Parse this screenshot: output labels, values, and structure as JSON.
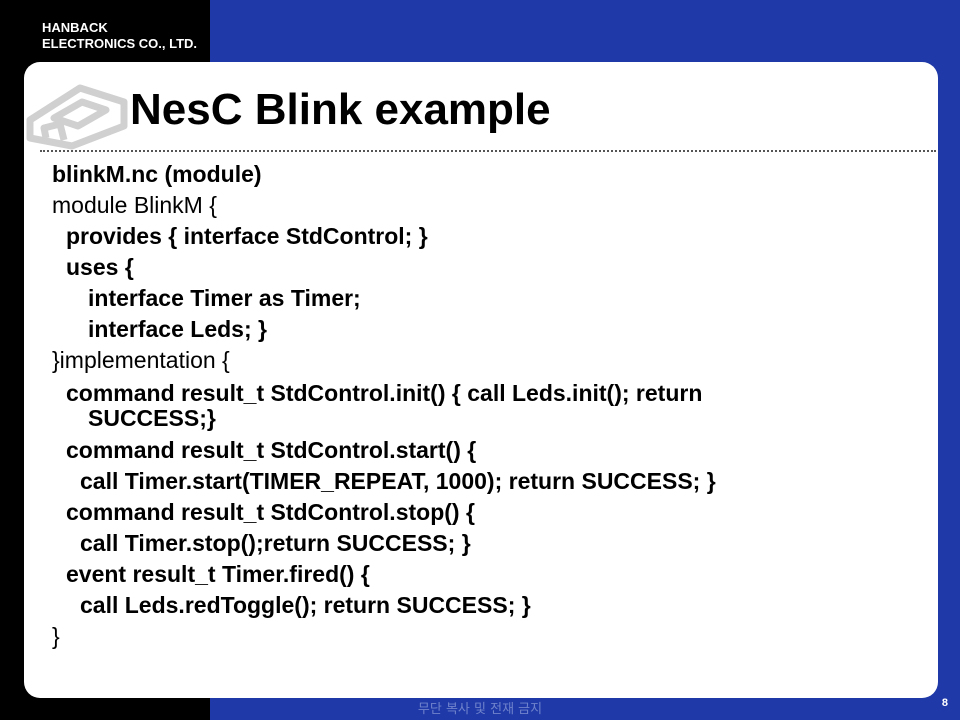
{
  "header": {
    "company_line1": "HANBACK",
    "company_line2": "ELECTRONICS CO., LTD."
  },
  "slide": {
    "title": "NesC Blink example",
    "lines": [
      "blinkM.nc (module)",
      "module BlinkM {",
      "provides { interface StdControl;  }",
      "uses {",
      "interface Timer as Timer;",
      "interface Leds;  }",
      "}implementation {",
      "command result_t StdControl.init() {    call Leds.init(); return",
      "SUCCESS;}",
      "command result_t StdControl.start() {",
      "call Timer.start(TIMER_REPEAT, 1000);    return SUCCESS;  }",
      "command result_t StdControl.stop() {",
      "call Timer.stop();return SUCCESS;  }",
      "event result_t Timer.fired()  {",
      "call Leds.redToggle();    return SUCCESS;  }",
      "}"
    ]
  },
  "footer": {
    "copyright": "무단 복사 및 전재 금지",
    "page_number": "8"
  },
  "colors": {
    "background": "#1f3aa8",
    "strip": "#000000",
    "panel": "#ffffff"
  }
}
